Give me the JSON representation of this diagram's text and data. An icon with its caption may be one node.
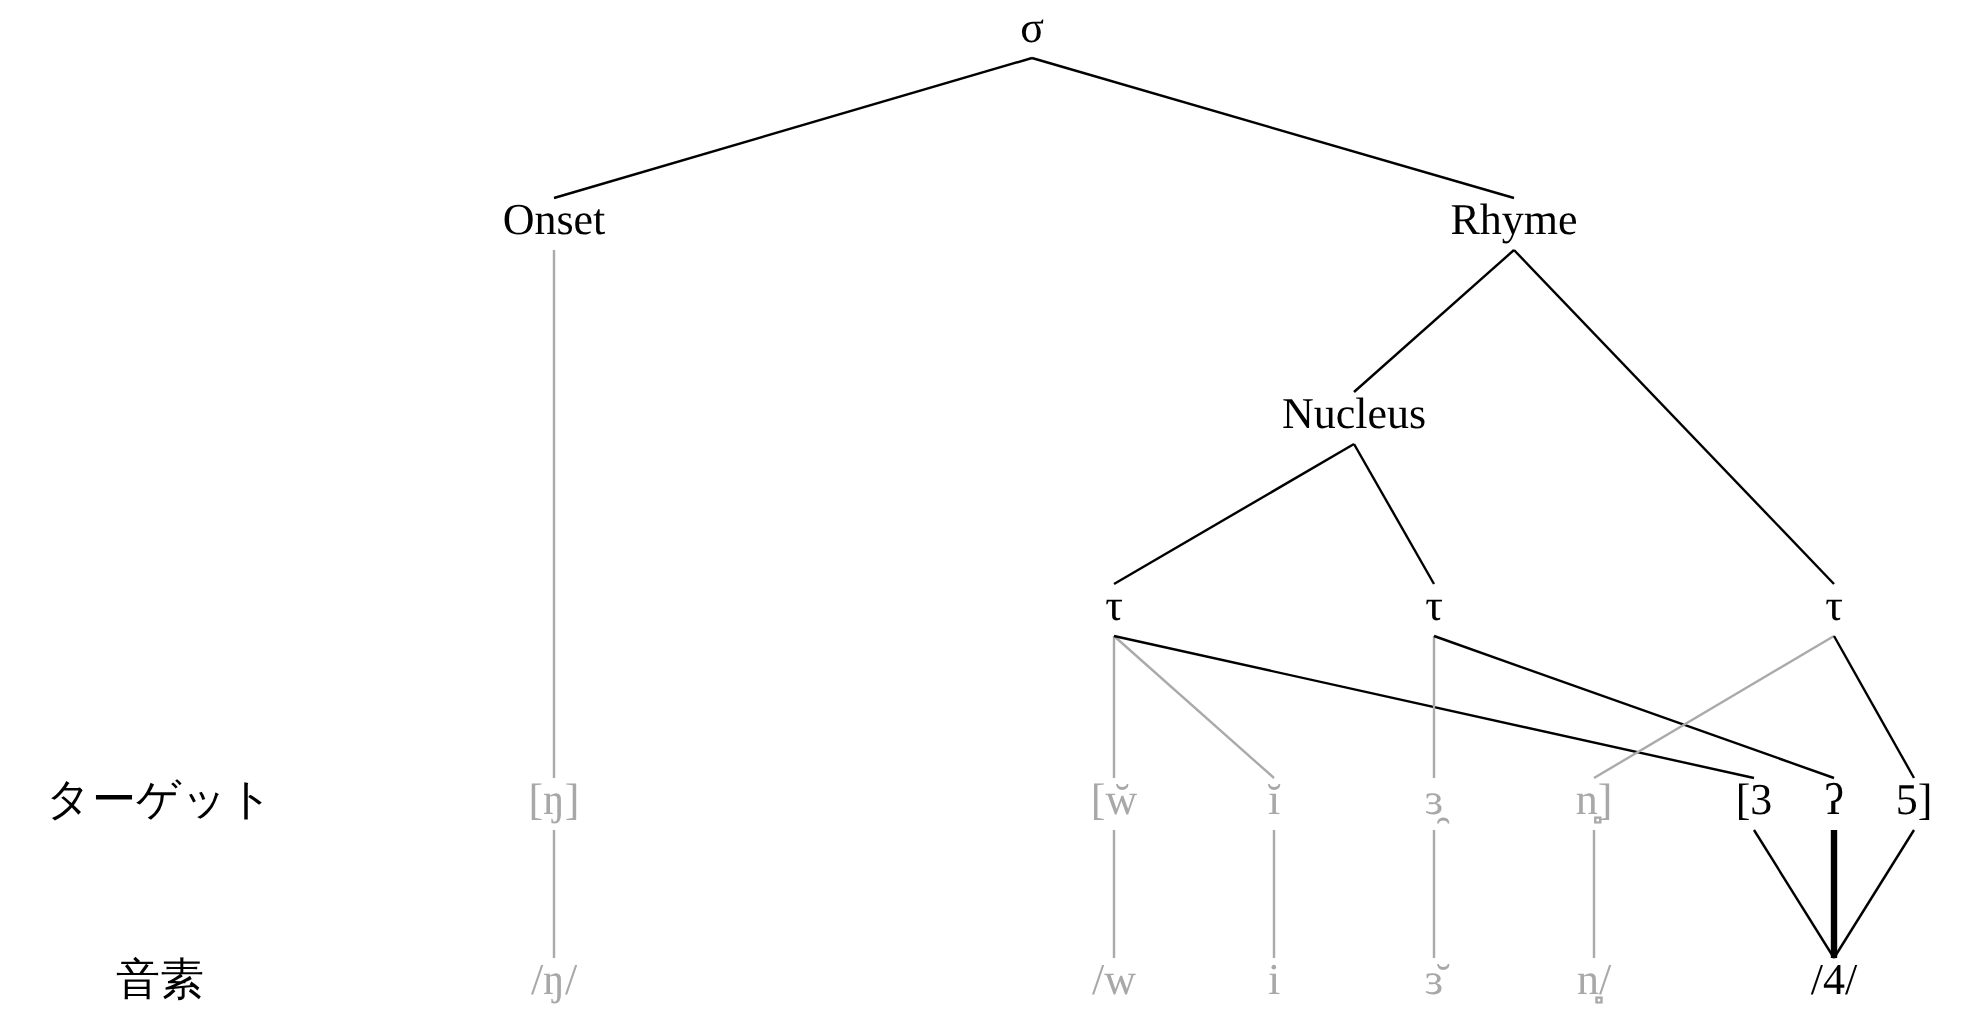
{
  "diagram": {
    "nodes": [
      {
        "text": [
          "σ"
        ]
      },
      {
        "text": [
          "Onset"
        ]
      },
      {
        "text": [
          "Rhyme"
        ]
      },
      {
        "text": [
          "Nucleus"
        ]
      },
      {
        "text": [
          "τ"
        ]
      },
      {
        "text": [
          "τ"
        ]
      },
      {
        "text": [
          "τ"
        ]
      },
      {
        "text": [
          "[ŋ]"
        ]
      },
      {
        "text": [
          "[w̆"
        ]
      },
      {
        "text": [
          "ĭ"
        ]
      },
      {
        "text": [
          "ɜ̯"
        ]
      },
      {
        "text": [
          "n̻]"
        ]
      },
      {
        "text": [
          "[3"
        ]
      },
      {
        "text": [
          "ʔ"
        ]
      },
      {
        "text": [
          "5]"
        ]
      },
      {
        "text": [
          "/ŋ/"
        ]
      },
      {
        "text": [
          "/w"
        ]
      },
      {
        "text": [
          "i"
        ]
      },
      {
        "text": [
          "ɜ̆"
        ]
      },
      {
        "text": [
          "n̻/"
        ]
      },
      {
        "text": [
          "/4/"
        ]
      }
    ],
    "edges": [
      {
        "from": 0,
        "to": 1,
        "arrow": "none"
      },
      {
        "from": 0,
        "to": 2,
        "arrow": "none"
      },
      {
        "from": 2,
        "to": 3,
        "arrow": "none"
      },
      {
        "from": 2,
        "to": 6,
        "arrow": "none"
      },
      {
        "from": 3,
        "to": 4,
        "arrow": "none"
      },
      {
        "from": 3,
        "to": 5,
        "arrow": "none"
      },
      {
        "from": 1,
        "to": 7,
        "arrow": "none",
        "color": "#aaaaaa"
      },
      {
        "from": 4,
        "to": 8,
        "arrow": "none",
        "color": "#aaaaaa"
      },
      {
        "from": 4,
        "to": 9,
        "arrow": "none",
        "color": "#aaaaaa"
      },
      {
        "from": 4,
        "to": 12,
        "arrow": "none"
      },
      {
        "from": 5,
        "to": 10,
        "arrow": "none",
        "color": "#aaaaaa"
      },
      {
        "from": 5,
        "to": 13,
        "arrow": "none"
      },
      {
        "from": 6,
        "to": 11,
        "arrow": "none",
        "color": "#aaaaaa"
      },
      {
        "from": 6,
        "to": 14,
        "arrow": "none"
      },
      {
        "from": 7,
        "to": 15,
        "arrow": "none",
        "color": "#aaaaaa"
      },
      {
        "from": 8,
        "to": 16,
        "arrow": "none",
        "color": "#aaaaaa"
      },
      {
        "from": 9,
        "to": 17,
        "arrow": "none",
        "color": "#aaaaaa"
      },
      {
        "from": 10,
        "to": 18,
        "arrow": "none",
        "color": "#aaaaaa"
      },
      {
        "from": 11,
        "to": 19,
        "arrow": "none",
        "color": "#aaaaaa"
      },
      {
        "from": 12,
        "to": 20,
        "arrow": "none"
      },
      {
        "from": 13,
        "to": 20,
        "arrow": "none",
        "style": "thick"
      },
      {
        "from": 14,
        "to": 20,
        "arrow": "none"
      }
    ],
    "labels": [
      "ターゲット",
      "音素"
    ]
  }
}
